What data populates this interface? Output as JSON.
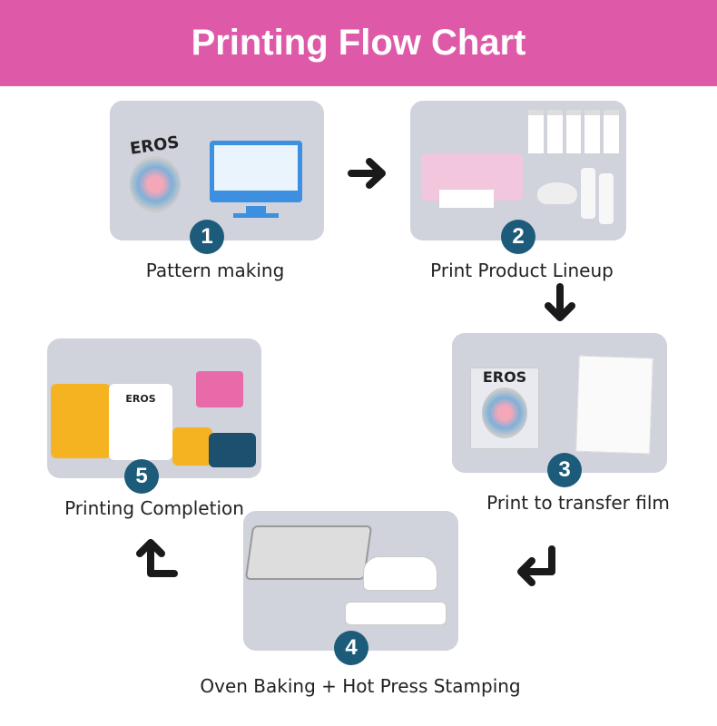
{
  "header": {
    "title": "Printing Flow Chart"
  },
  "colors": {
    "header": "#de5aa8",
    "card": "#d0d2dc",
    "badge": "#1d5b7a",
    "arrow": "#1a1a1a"
  },
  "steps": [
    {
      "number": "1",
      "label": "Pattern making",
      "art_text": "EROS"
    },
    {
      "number": "2",
      "label": "Print Product Lineup"
    },
    {
      "number": "3",
      "label": "Print to transfer film",
      "art_text": "EROS"
    },
    {
      "number": "4",
      "label": "Oven Baking + Hot Press Stamping"
    },
    {
      "number": "5",
      "label": "Printing Completion",
      "art_text": "EROS"
    }
  ]
}
